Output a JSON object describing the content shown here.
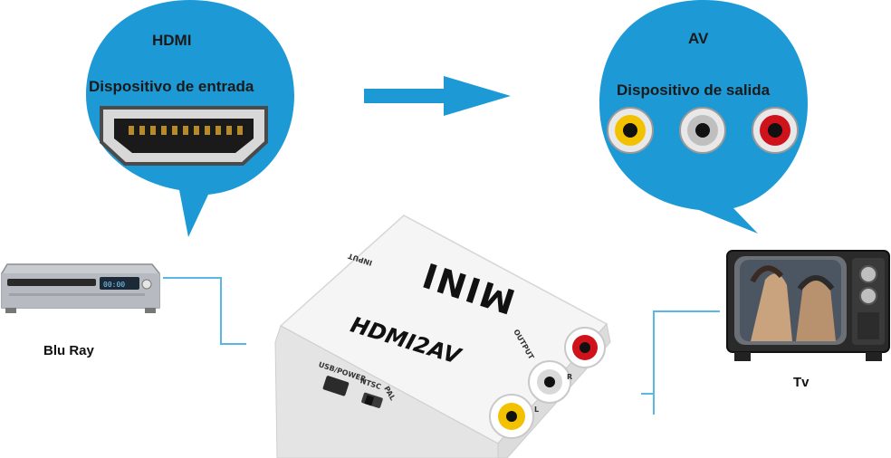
{
  "colors": {
    "bubble": "#1d9ad6",
    "arrow": "#1d9ad6",
    "line": "#58b7e5",
    "white_device": "#f2f2f2",
    "yellow_jack": "#f2c200",
    "white_jack": "#d9d9d9",
    "red_jack": "#d0121b"
  },
  "input_bubble": {
    "title": "HDMI",
    "subtitle": "Dispositivo de entrada",
    "icon": "hdmi-port-icon"
  },
  "output_bubble": {
    "title": "AV",
    "subtitle": "Dispositivo de salida",
    "icon": "rca-jacks-icon"
  },
  "source_device": {
    "label": "Blu Ray",
    "icon": "bluray-player-icon"
  },
  "target_device": {
    "label": "Tv",
    "icon": "crt-tv-icon"
  },
  "converter": {
    "brand": "MINI",
    "model": "HDMI2AV",
    "input_label": "INPUT",
    "output_label": "OUTPUT",
    "power_label": "USB/POWER",
    "ntsc_label": "NTSC",
    "pal_label": "PAL",
    "r_label": "R",
    "l_label": "L"
  }
}
